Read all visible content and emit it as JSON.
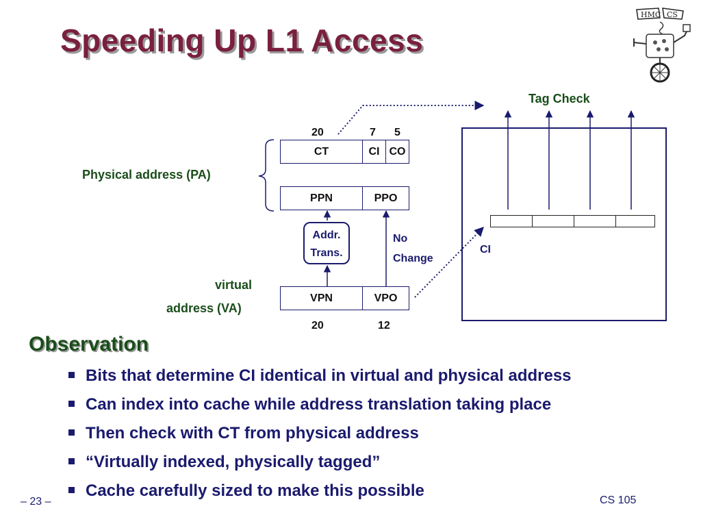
{
  "slide": {
    "title": "Speeding Up L1 Access",
    "logo_text": [
      "HMC",
      "CS"
    ]
  },
  "diagram": {
    "pa_label": "Physical address (PA)",
    "va_label_line1": "virtual",
    "va_label_line2": "address (VA)",
    "pa_top": {
      "bits": [
        "20",
        "7",
        "5"
      ],
      "fields": [
        "CT",
        "CI",
        "CO"
      ]
    },
    "pa_bottom": {
      "fields": [
        "PPN",
        "PPO"
      ]
    },
    "va": {
      "fields": [
        "VPN",
        "VPO"
      ],
      "bits": [
        "20",
        "12"
      ]
    },
    "addr_trans_line1": "Addr.",
    "addr_trans_line2": "Trans.",
    "no_change_line1": "No",
    "no_change_line2": "Change",
    "tag_check": "Tag Check",
    "ci_label": "CI"
  },
  "observation": {
    "heading": "Observation",
    "bullets": [
      "Bits that determine CI identical in virtual and physical address",
      "Can index into cache while address translation taking place",
      "Then check with CT from physical address",
      "“Virtually indexed, physically tagged”",
      "Cache carefully sized to make this possible"
    ]
  },
  "footer": {
    "page": "– 23 –",
    "course": "CS 105"
  },
  "colors": {
    "title": "#7a1f3f",
    "green_text": "#1a4d1a",
    "navy": "#1a1a6e"
  }
}
